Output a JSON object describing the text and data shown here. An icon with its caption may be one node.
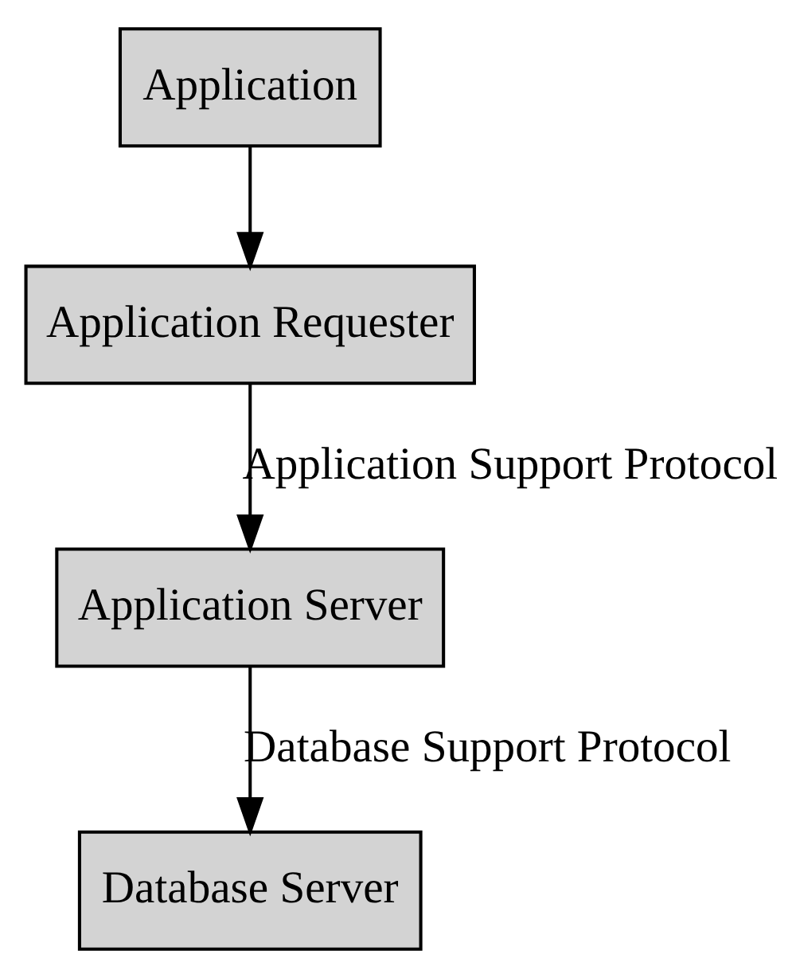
{
  "diagram": {
    "nodes": [
      {
        "text": [
          "Application"
        ]
      },
      {
        "text": [
          "Application Requester"
        ]
      },
      {
        "text": [
          "Application Server"
        ]
      },
      {
        "text": [
          "Database Server"
        ]
      }
    ],
    "edges": [
      {
        "from": 0,
        "to": 1,
        "arrow": "to"
      },
      {
        "from": 1,
        "to": 2,
        "arrow": "to",
        "label": "Application Support Protocol"
      },
      {
        "from": 2,
        "to": 3,
        "arrow": "to",
        "label": "Database Support Protocol"
      }
    ]
  }
}
